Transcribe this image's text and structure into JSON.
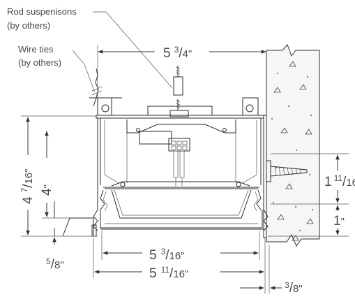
{
  "callouts": {
    "rod_line1": "Rod suspenisons",
    "rod_line2": "(by others)",
    "wire_line1": "Wire ties",
    "wire_line2": "(by others)"
  },
  "dimensions": {
    "top_width": {
      "main": "5",
      "num": "3",
      "den": "4",
      "unit": "\""
    },
    "left_height": {
      "main": "4",
      "num": "7",
      "den": "16",
      "unit": "\""
    },
    "inner_height": {
      "main": "4",
      "unit": "\""
    },
    "lip": {
      "num": "5",
      "den": "8",
      "unit": "\""
    },
    "right_upper": {
      "main": "1",
      "num": "11",
      "den": "16",
      "unit": "\""
    },
    "right_lower": {
      "main": "1",
      "unit": "\""
    },
    "inner_width": {
      "main": "5",
      "num": "3",
      "den": "16",
      "unit": "\""
    },
    "outer_width": {
      "main": "5",
      "num": "11",
      "den": "16",
      "unit": "\""
    },
    "wall_offset": {
      "num": "3",
      "den": "8",
      "unit": "\""
    }
  }
}
